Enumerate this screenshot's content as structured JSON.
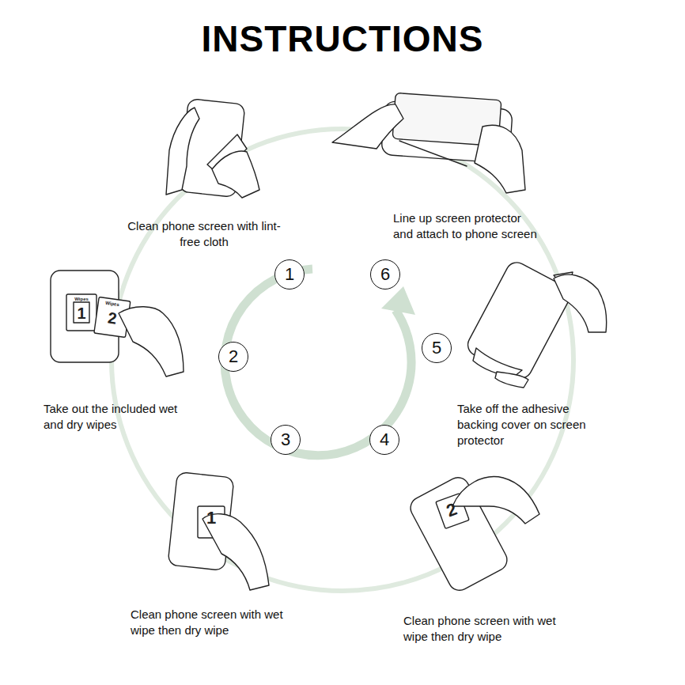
{
  "diagram": {
    "title": "INSTRUCTIONS",
    "nodes": [
      {
        "text": [
          "1"
        ]
      },
      {
        "text": [
          "2"
        ]
      },
      {
        "text": [
          "3"
        ]
      },
      {
        "text": [
          "4"
        ]
      },
      {
        "text": [
          "5"
        ]
      },
      {
        "text": [
          "6"
        ]
      }
    ],
    "labels": [
      "Clean phone screen with lint-free cloth",
      "Line up screen protector and attach to phone screen",
      "Take out the included wet and dry wipes",
      "Take off the adhesive backing cover on screen protector",
      "Clean phone screen with wet wipe then dry wipe",
      "Clean phone screen with wet wipe then dry wipe",
      "Wipes",
      "1",
      "Wipes",
      "2",
      "1",
      "2"
    ]
  }
}
